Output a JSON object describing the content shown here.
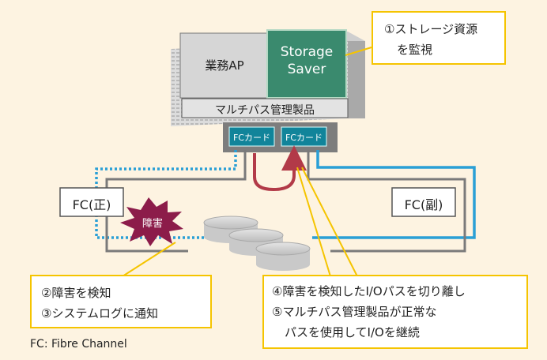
{
  "server": {
    "app_label": "業務AP",
    "storage_saver_line1": "Storage",
    "storage_saver_line2": "Saver",
    "multipath_label": "マルチパス管理製品",
    "fc_card_1": "FCカード",
    "fc_card_2": "FCカード"
  },
  "switches": {
    "primary": "FC(正)",
    "secondary": "FC(副)"
  },
  "failure_label": "障害",
  "callouts": {
    "top_right": [
      "①ストレージ資源",
      "を監視"
    ],
    "left": [
      "②障害を検知",
      "③システムログに通知"
    ],
    "right": [
      "④障害を検知したI/Oパスを切り離し",
      "⑤マルチパス管理製品が正常な",
      "パスを使用してI/Oを継続"
    ]
  },
  "footnote": "FC: Fibre Channel",
  "colors": {
    "background": "#fdf3e1",
    "callout_border": "#f5c400",
    "storage_saver": "#3a8a6e",
    "fc_card": "#11849a",
    "path_blue": "#2a9fd6",
    "path_gray": "#7a7a7a",
    "failover_arrow": "#b23a48",
    "failure_burst": "#8c1c4a"
  }
}
